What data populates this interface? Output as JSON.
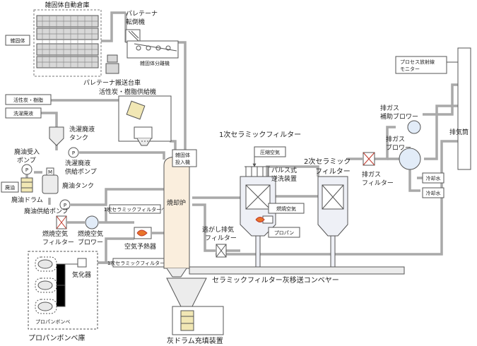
{
  "labels": {
    "warehouse_title": "雑固体自動倉庫",
    "solid_waste": "雑固体",
    "pallet_tipper_1": "パレテーナ",
    "pallet_tipper_2": "転倒機",
    "solid_separator": "雑固体分離機",
    "pallet_cart": "パレテーナ搬送台車",
    "resin_feeder": "活性炭・樹脂供給機",
    "activated_carbon": "活性炭・樹脂",
    "laundry_waste": "洗濯廃液",
    "laundry_tank_1": "洗濯廃液",
    "laundry_tank_2": "タンク",
    "laundry_pump_1": "洗濯廃液",
    "laundry_pump_2": "供給ポンプ",
    "waste_oil_pump_1": "廃油受入",
    "waste_oil_pump_2": "ポンプ",
    "waste_oil": "廃油",
    "waste_oil_drum": "廃油ドラム",
    "waste_oil_tank": "廃油タンク",
    "oil_supply_pump": "廃油供給ポンプ",
    "to_primary_filter_1": "1次セラミックフィルターへ",
    "to_primary_filter_2": "1次セラミックフィルターへ",
    "combustion_air_filter_1": "燃焼空気",
    "combustion_air_filter_2": "フィルター",
    "combustion_air_blower_1": "燃焼空気",
    "combustion_air_blower_2": "ブロワー",
    "air_preheater": "空気予熱器",
    "incinerator": "焼却炉",
    "solid_input_1": "雑固体",
    "solid_input_2": "投入機",
    "vaporizer": "気化器",
    "propane_cylinder": "プロパンボンベ",
    "propane_storage": "プロパンボンベ庫",
    "ash_drum_filler": "灰ドラム充填装置",
    "bypass_filter_1": "逃がし排気",
    "bypass_filter_2": "フィルター",
    "ash_conveyor": "セラミックフィルター灰移送コンベヤー",
    "primary_filter": "1次セラミックフィルター",
    "compressed_air": "圧縮空気",
    "pulse_cleaner_1": "パルス式",
    "pulse_cleaner_2": "逆洗装置",
    "combustion_air": "燃焼空気",
    "propane": "プロパン",
    "secondary_filter_1": "2次セラミック",
    "secondary_filter_2": "フィルター",
    "exhaust_filter_1": "排ガス",
    "exhaust_filter_2": "フィルター",
    "aux_blower_1": "排ガス",
    "aux_blower_2": "補助ブロワー",
    "exhaust_blower_1": "排ガス",
    "exhaust_blower_2": "ブロワー",
    "cooling_water_1": "冷却水",
    "cooling_water_2": "冷却水",
    "monitor_1": "プロセス放射線",
    "monitor_2": "モニター",
    "stack": "排気筒",
    "pump_symbol": "P",
    "motor_symbol": "M"
  },
  "colors": {
    "pipe": "#a9a9a9",
    "vessel_fill": "#eef0f6",
    "incinerator_fill": "#faeedd",
    "flame": "#e8742a",
    "hopper_fill": "#ececec"
  }
}
